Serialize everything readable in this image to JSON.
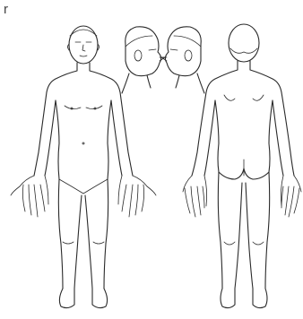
{
  "figure": {
    "corner_mark": "r",
    "views": [
      "front",
      "head-right-profile",
      "head-left-profile",
      "back"
    ],
    "line_color": "#2a2a2a",
    "background": "#ffffff"
  }
}
